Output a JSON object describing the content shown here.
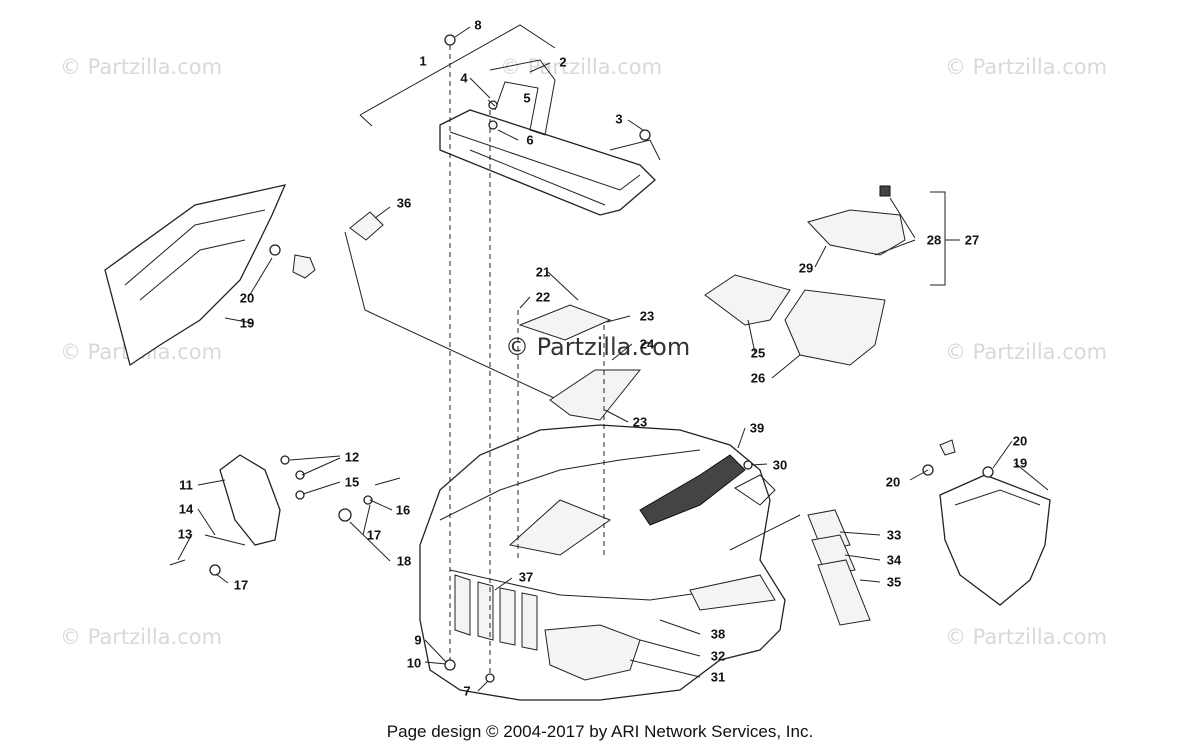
{
  "watermark": "© Partzilla.com",
  "watermark_center": "© Partzilla.com",
  "footer": "Page design © 2004-2017 by ARI Network Services, Inc.",
  "callouts": [
    "1",
    "2",
    "3",
    "4",
    "5",
    "6",
    "7",
    "8",
    "9",
    "10",
    "11",
    "12",
    "13",
    "14",
    "15",
    "16",
    "17",
    "17",
    "18",
    "19",
    "19",
    "20",
    "20",
    "20",
    "21",
    "22",
    "23",
    "23",
    "24",
    "25",
    "26",
    "27",
    "28",
    "29",
    "30",
    "31",
    "32",
    "33",
    "34",
    "35",
    "36",
    "37",
    "38",
    "39"
  ],
  "colors": {
    "line": "#222222",
    "watermark": "#d9d9d9"
  }
}
